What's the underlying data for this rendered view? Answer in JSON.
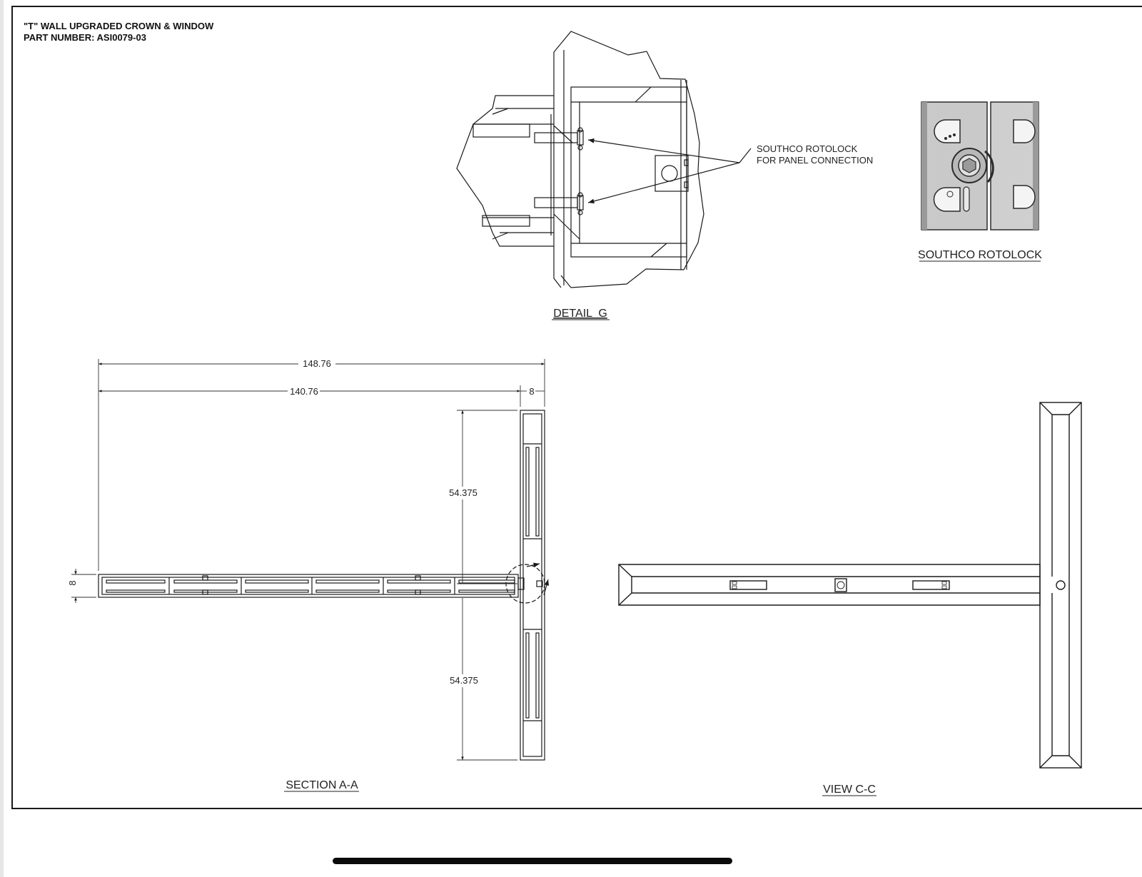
{
  "title_block": {
    "title": "\"T\" WALL UPGRADED CROWN & WINDOW",
    "part_number": "PART NUMBER: ASI0079-03"
  },
  "detail_g": {
    "callout_line1": "SOUTHCO ROTOLOCK",
    "callout_line2": "FOR PANEL CONNECTION",
    "label": "DETAIL  G"
  },
  "rotolock": {
    "label": "SOUTHCO ROTOLOCK"
  },
  "section_aa": {
    "label": "SECTION A-A",
    "dim_overall": "148.76",
    "dim_arm": "140.76",
    "dim_post": "8",
    "dim_height": "8",
    "dim_upper": "54.375",
    "dim_lower": "54.375"
  },
  "view_cc": {
    "label": "VIEW C-C"
  },
  "colors": {
    "line": "#1a1a1a",
    "rotolock_fill": "#c9c9c9",
    "home_indicator": "#0a0a0a"
  }
}
